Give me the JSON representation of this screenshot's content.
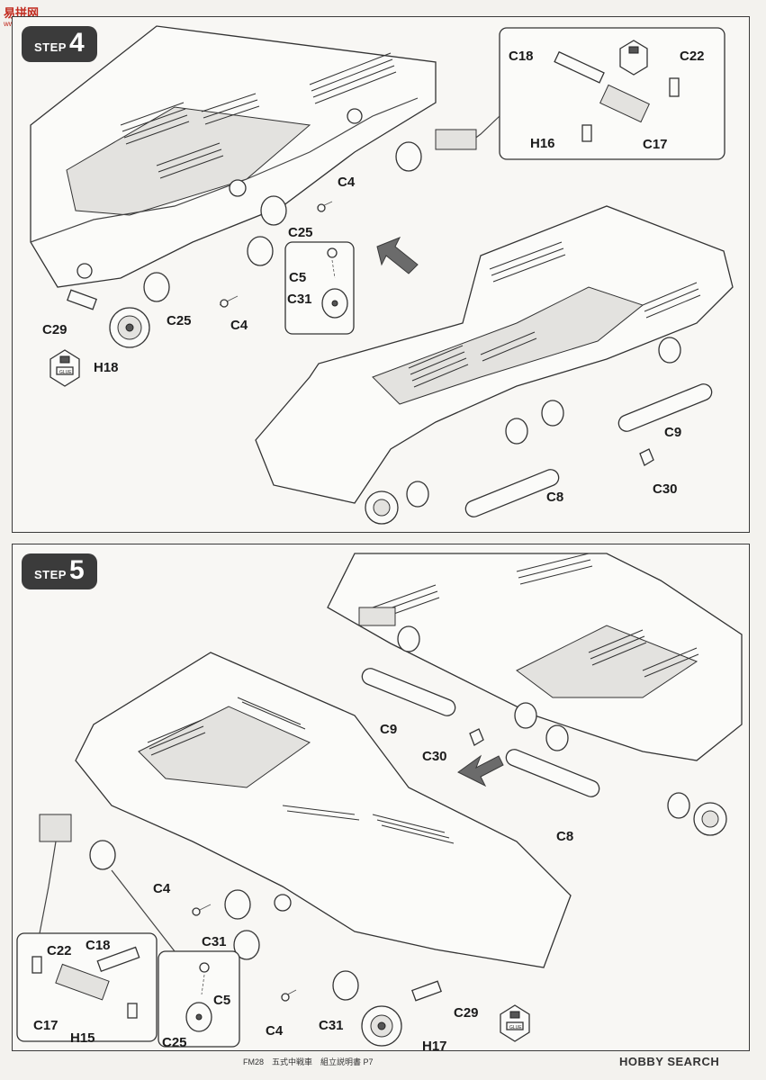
{
  "watermark": {
    "title": "易拼网",
    "url": "www.yipin.com"
  },
  "step4": {
    "badge_word": "STEP",
    "badge_number": "4",
    "labels": {
      "c18": "C18",
      "c22": "C22",
      "h16": "H16",
      "c17": "C17",
      "c4a": "C4",
      "c25a": "C25",
      "c5": "C5",
      "c31": "C31",
      "c29": "C29",
      "c25b": "C25",
      "c4b": "C4",
      "h18": "H18",
      "c9": "C9",
      "c8": "C8",
      "c30": "C30"
    },
    "glue_label": "GLUE"
  },
  "step5": {
    "badge_word": "STEP",
    "badge_number": "5",
    "labels": {
      "c9": "C9",
      "c30": "C30",
      "c8": "C8",
      "c4a": "C4",
      "c31a": "C31",
      "c22": "C22",
      "c18": "C18",
      "c17": "C17",
      "h15": "H15",
      "c5": "C5",
      "c25": "C25",
      "c4b": "C4",
      "c31b": "C31",
      "c29": "C29",
      "h17": "H17"
    },
    "glue_label": "GLUE"
  },
  "footer": {
    "text": "FM28　五式中戦車　組立説明書 P7"
  },
  "brand": {
    "text": "HOBBY SEARCH"
  }
}
